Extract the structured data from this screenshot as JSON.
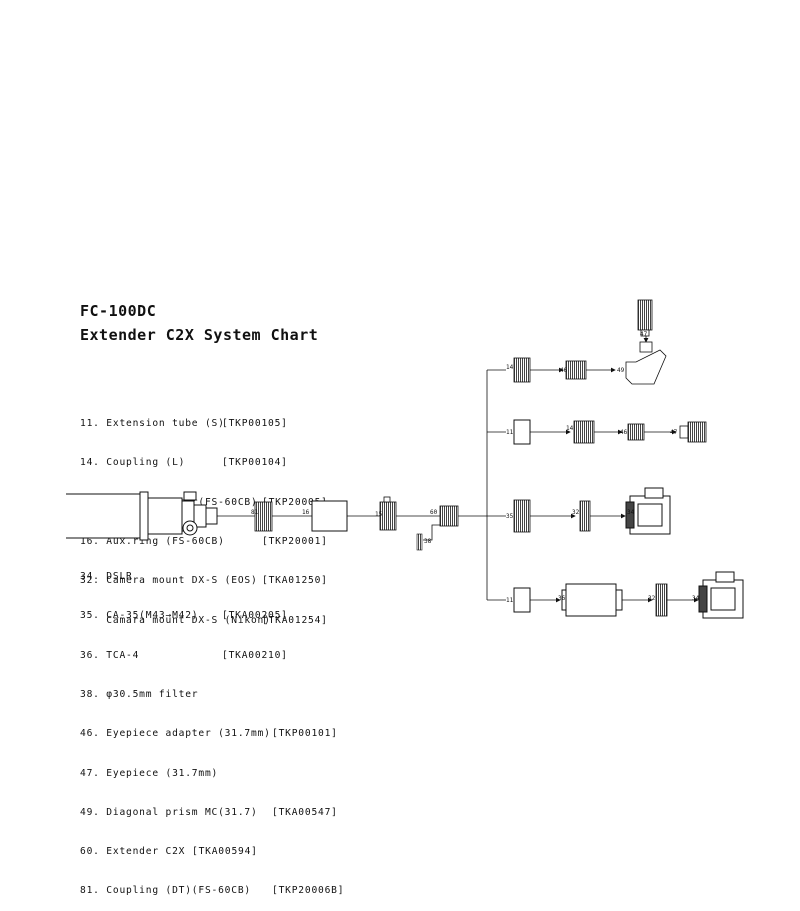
{
  "title": {
    "line1": "FC-100DC",
    "line2": "Extender C2X System Chart"
  },
  "legend_top": [
    {
      "text": "11. Extension tube (S)",
      "code": "[TKP00105]"
    },
    {
      "text": "14. Coupling (L)",
      "code": "[TKP00104]"
    },
    {
      "text": "15. Visual adapter(FS-60CB)",
      "code": "[TKP20005]"
    },
    {
      "text": "16. Aux.ring (FS-60CB)",
      "code": "[TKP20001]"
    },
    {
      "text": "32. Camera mount DX-S (EOS)",
      "code": "[TKA01250]"
    },
    {
      "text": "    Camara mount DX-S (Nikon)",
      "code": "[TKA01254]"
    }
  ],
  "legend_bottom": [
    {
      "text": "34. DSLR",
      "code": ""
    },
    {
      "text": "35. CA-35(M43→M42)",
      "code": "[TKA00205]"
    },
    {
      "text": "36. TCA-4",
      "code": "[TKA00210]"
    },
    {
      "text": "38. φ30.5mm filter",
      "code": ""
    },
    {
      "text": "46. Eyepiece adapter (31.7mm)",
      "code": "[TKP00101]"
    },
    {
      "text": "47. Eyepiece (31.7mm)",
      "code": ""
    },
    {
      "text": "49. Diagonal prism MC(31.7)",
      "code": "[TKA00547]"
    },
    {
      "text": "60. Extender C2X",
      "code": "[TKA00594]"
    },
    {
      "text": "81. Coupling (DT)(FS-60CB)",
      "code": "[TKP20006B]"
    }
  ],
  "part_labels": {
    "p81": "81",
    "p16": "16",
    "p15": "15",
    "p60": "60",
    "p38": "38",
    "r1_14": "14",
    "r1_46": "46",
    "r1_49": "49",
    "r1_47": "47",
    "r2_11": "11",
    "r2_14": "14",
    "r2_46": "46",
    "r2_47": "47",
    "r3_35": "35",
    "r3_32": "32",
    "r3_34": "34",
    "r4_11": "11",
    "r4_36": "36",
    "r4_32": "32",
    "r4_34": "34"
  }
}
